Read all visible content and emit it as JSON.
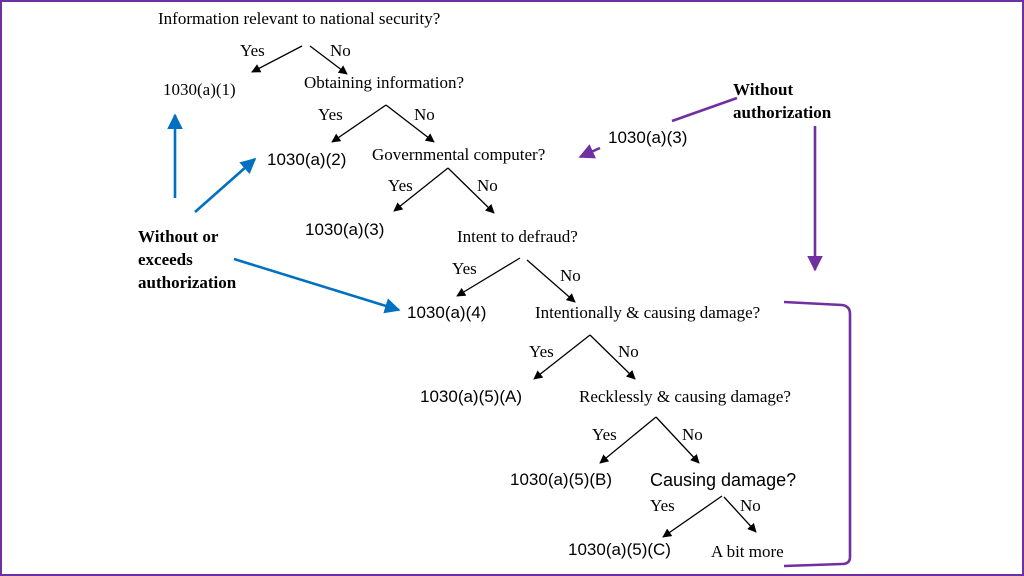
{
  "questions": {
    "q1": "Information relevant to national security?",
    "q2": "Obtaining  information?",
    "q3": "Governmental computer?",
    "q4": "Intent to defraud?",
    "q5": "Intentionally & causing damage?",
    "q6": "Recklessly &  causing damage?",
    "q7": "Causing damage?"
  },
  "answers": {
    "yes": "Yes",
    "no": "No"
  },
  "outcomes": {
    "a1": "1030(a)(1)",
    "a2": "1030(a)(2)",
    "a3": "1030(a)(3)",
    "a3_side": "1030(a)(3)",
    "a4": "1030(a)(4)",
    "a5a": "1030(a)(5)(A)",
    "a5b": "1030(a)(5)(B)",
    "a5c": "1030(a)(5)(C)",
    "bit_more": "A bit more"
  },
  "annotations": {
    "without_or_exceeds": [
      "Without or",
      "exceeds",
      "authorization"
    ],
    "without": [
      "Without",
      "authorization"
    ]
  },
  "colors": {
    "blue": "#0070c0",
    "purple": "#7030a0",
    "black": "#000000",
    "border": "#7030a0"
  }
}
